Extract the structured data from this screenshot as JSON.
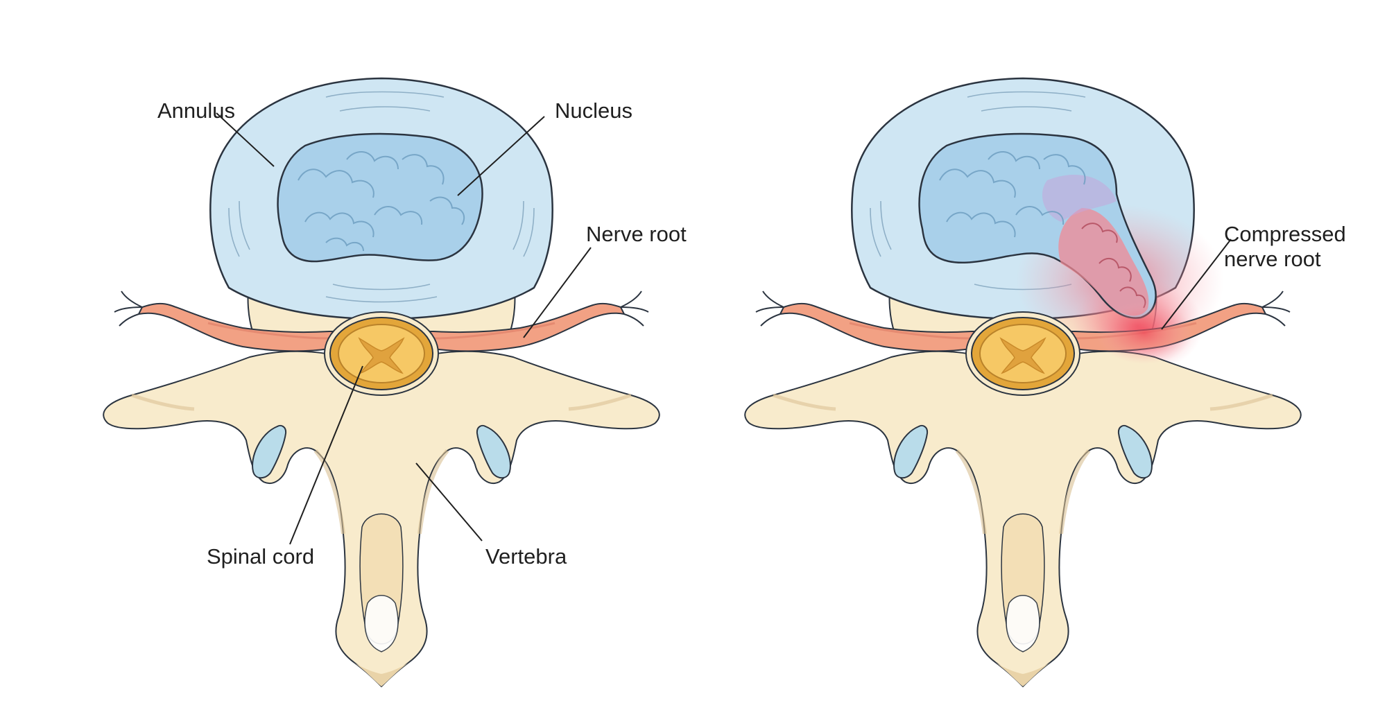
{
  "left_panel": {
    "labels": {
      "annulus": "Annulus",
      "nucleus": "Nucleus",
      "nerve_root": "Nerve root",
      "spinal_cord": "Spinal cord",
      "vertebra": "Vertebra"
    }
  },
  "right_panel": {
    "labels": {
      "compressed_line1": "Compressed",
      "compressed_line2": "nerve root"
    }
  },
  "colors": {
    "disc_fill": "#cfe6f3",
    "disc_stroke": "#2b3440",
    "nucleus_fill": "#a9d0ea",
    "bone_fill": "#f8ebcc",
    "bone_shade": "#e9d3a8",
    "nerve_fill": "#f2a184",
    "cord_fill": "#f4c35c",
    "cord_ring": "#e3a63a",
    "cartilage": "#b9dcea",
    "inflammation": "#f0465a",
    "background": "#ffffff"
  }
}
